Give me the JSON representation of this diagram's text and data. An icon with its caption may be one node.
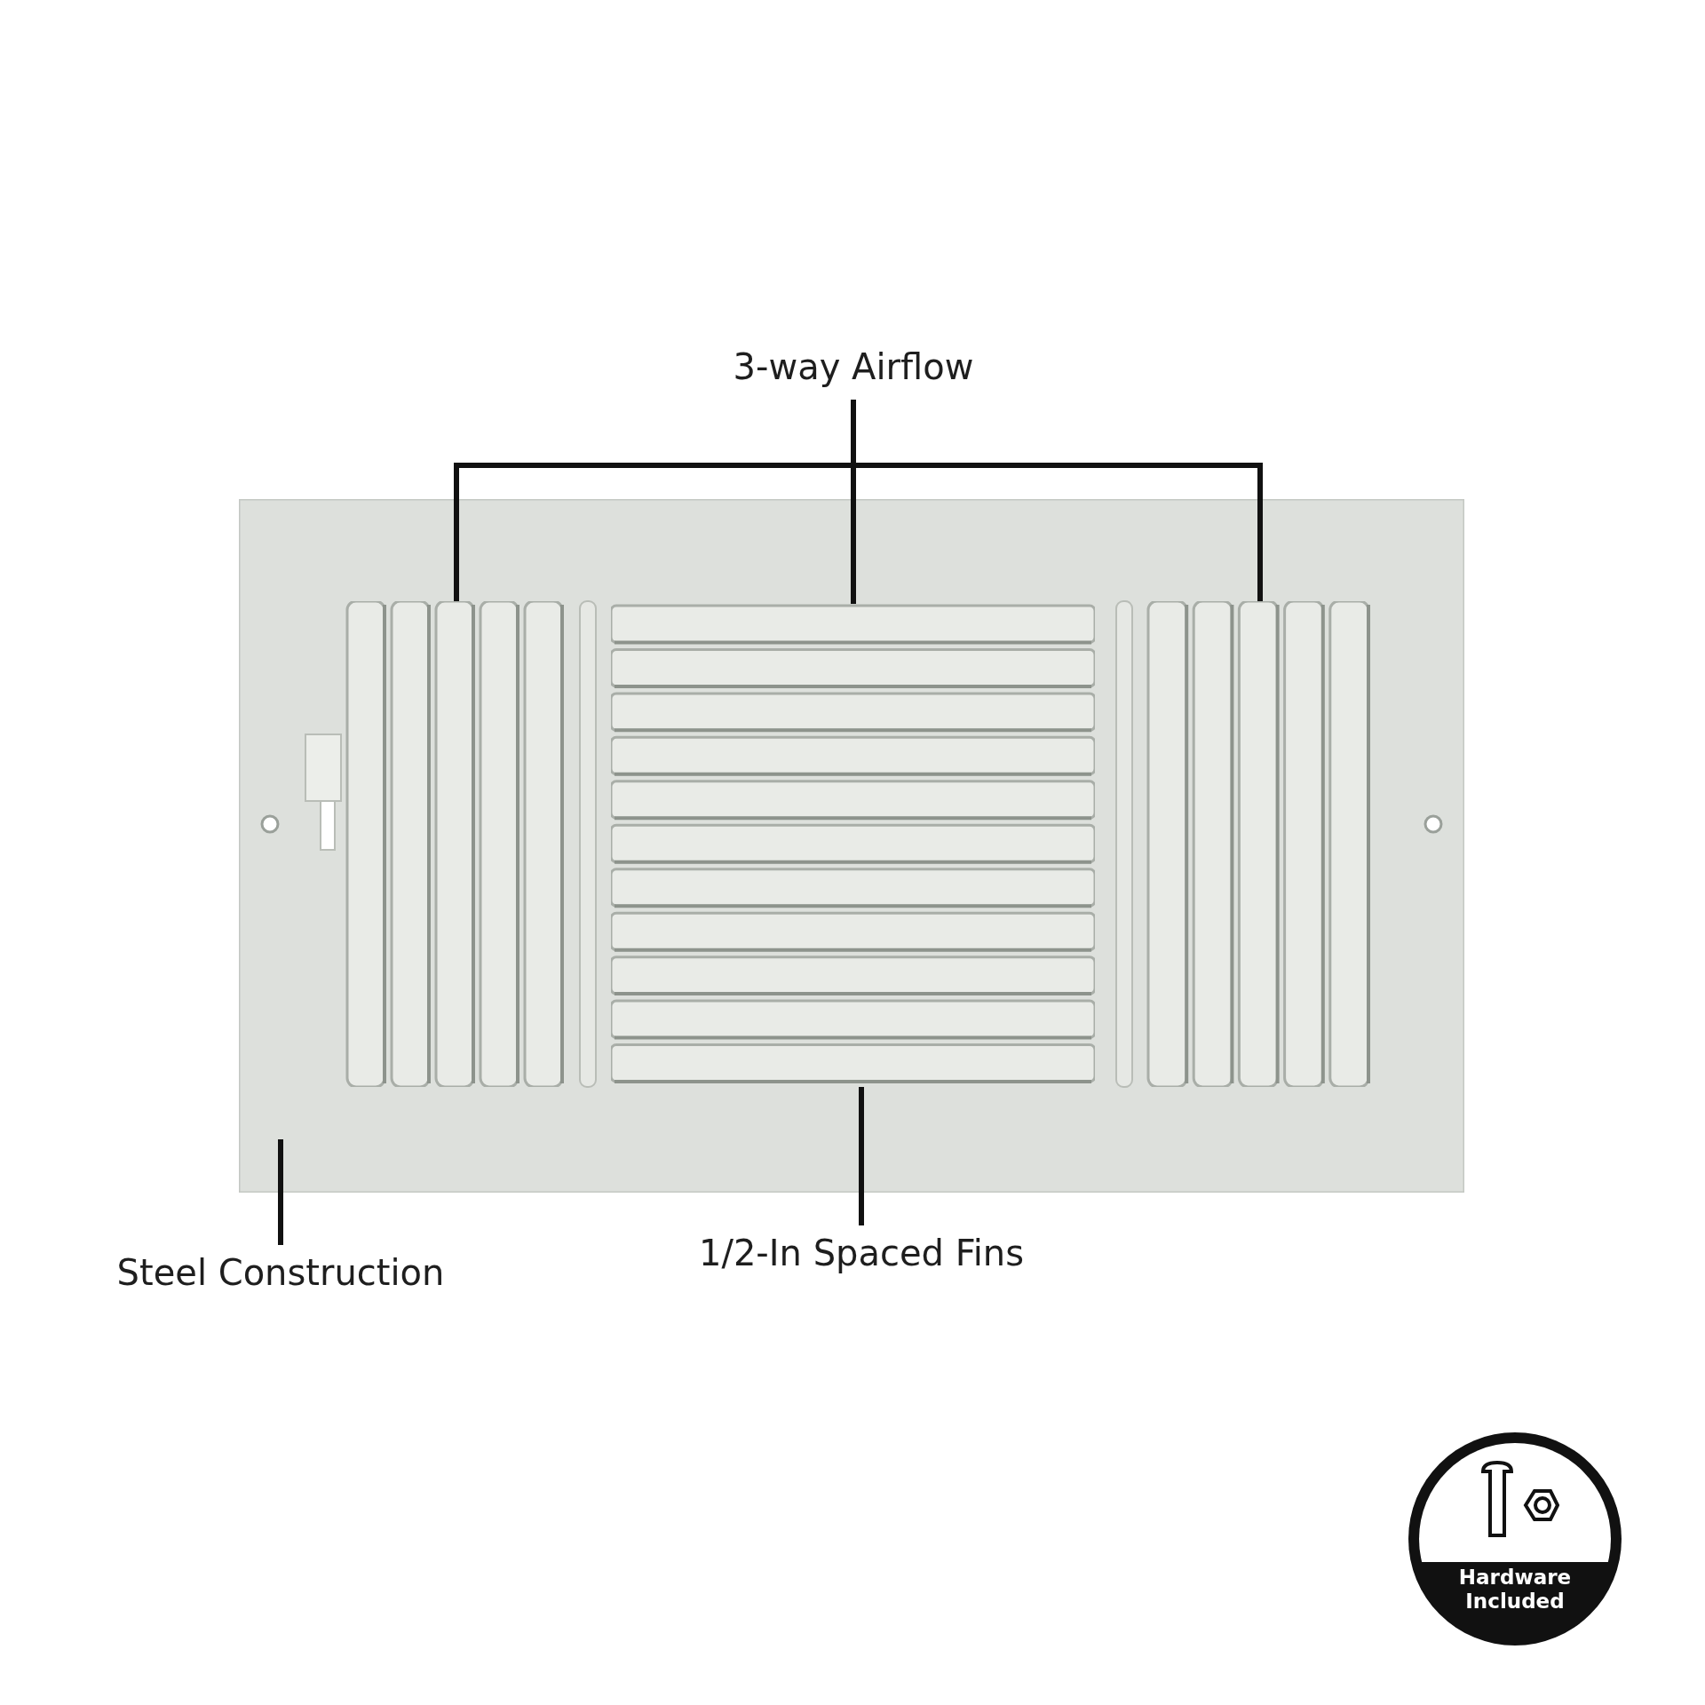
{
  "diagram": {
    "nodes": [
      {
        "text": [],
        "shape": "picture"
      },
      {
        "text": [],
        "shape": "picture",
        "in": 0
      },
      {
        "text": [],
        "shape": "picture",
        "in": 0
      },
      {
        "text": [],
        "shape": "picture",
        "in": 0
      },
      {
        "text": [
          "3-way Airflow"
        ]
      },
      {
        "text": [
          "1/2-In Spaced Fins"
        ]
      },
      {
        "text": [
          "Steel Construction"
        ]
      },
      {
        "text": [
          "Hardware Included"
        ]
      }
    ],
    "edges": [
      {
        "from": 4,
        "to": 1,
        "arrow": "none"
      },
      {
        "from": 4,
        "to": 2,
        "arrow": "none"
      },
      {
        "from": 4,
        "to": 3,
        "arrow": "none"
      },
      {
        "from": 5,
        "to": 2,
        "arrow": "none"
      },
      {
        "from": 6,
        "to": 0,
        "arrow": "none"
      }
    ]
  }
}
